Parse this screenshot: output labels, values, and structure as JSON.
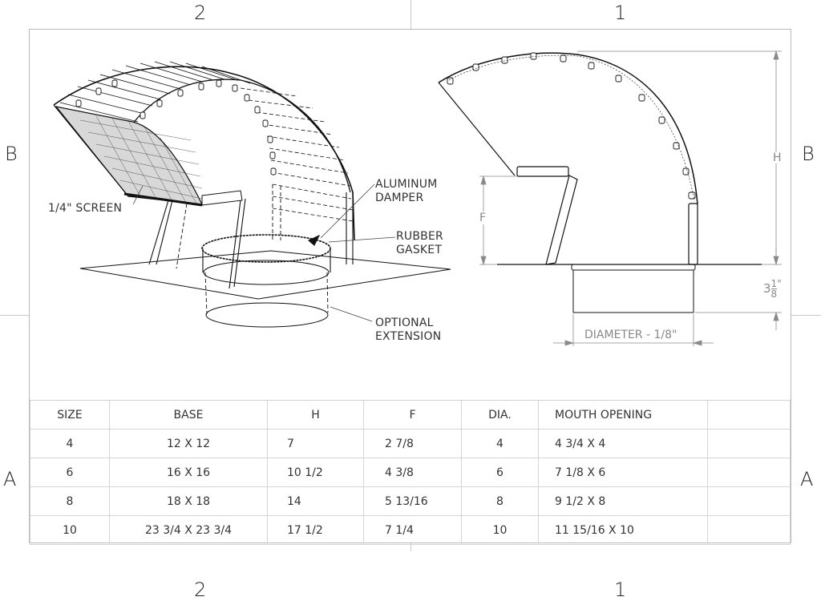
{
  "zones": {
    "top": [
      "2",
      "1"
    ],
    "bottom": [
      "2",
      "1"
    ],
    "left": [
      "B",
      "A"
    ],
    "right": [
      "B",
      "A"
    ]
  },
  "callouts": {
    "screen": "1/4\" SCREEN",
    "damper_line1": "ALUMINUM",
    "damper_line2": "DAMPER",
    "gasket_line1": "RUBBER",
    "gasket_line2": "GASKET",
    "extension_line1": "OPTIONAL",
    "extension_line2": "EXTENSION"
  },
  "dimensions": {
    "height_label": "H",
    "mouth_label": "F",
    "extension_whole": "3",
    "extension_num": "1",
    "extension_den": "8",
    "extension_unit": "\"",
    "diameter_label": "DIAMETER - 1/8\""
  },
  "table": {
    "headers": [
      "SIZE",
      "BASE",
      "H",
      "F",
      "DIA.",
      "MOUTH OPENING",
      ""
    ],
    "rows": [
      [
        "4",
        "12 X 12",
        "7",
        "2 7/8",
        "4",
        "4 3/4 X 4",
        ""
      ],
      [
        "6",
        "16 X 16",
        "10 1/2",
        "4 3/8",
        "6",
        "7 1/8 X 6",
        ""
      ],
      [
        "8",
        "18 X 18",
        "14",
        "5 13/16",
        "8",
        "9 1/2 X 8",
        ""
      ],
      [
        "10",
        "23 3/4 X 23 3/4",
        "17 1/2",
        "7 1/4",
        "10",
        "11 15/16 X 10",
        ""
      ]
    ]
  }
}
